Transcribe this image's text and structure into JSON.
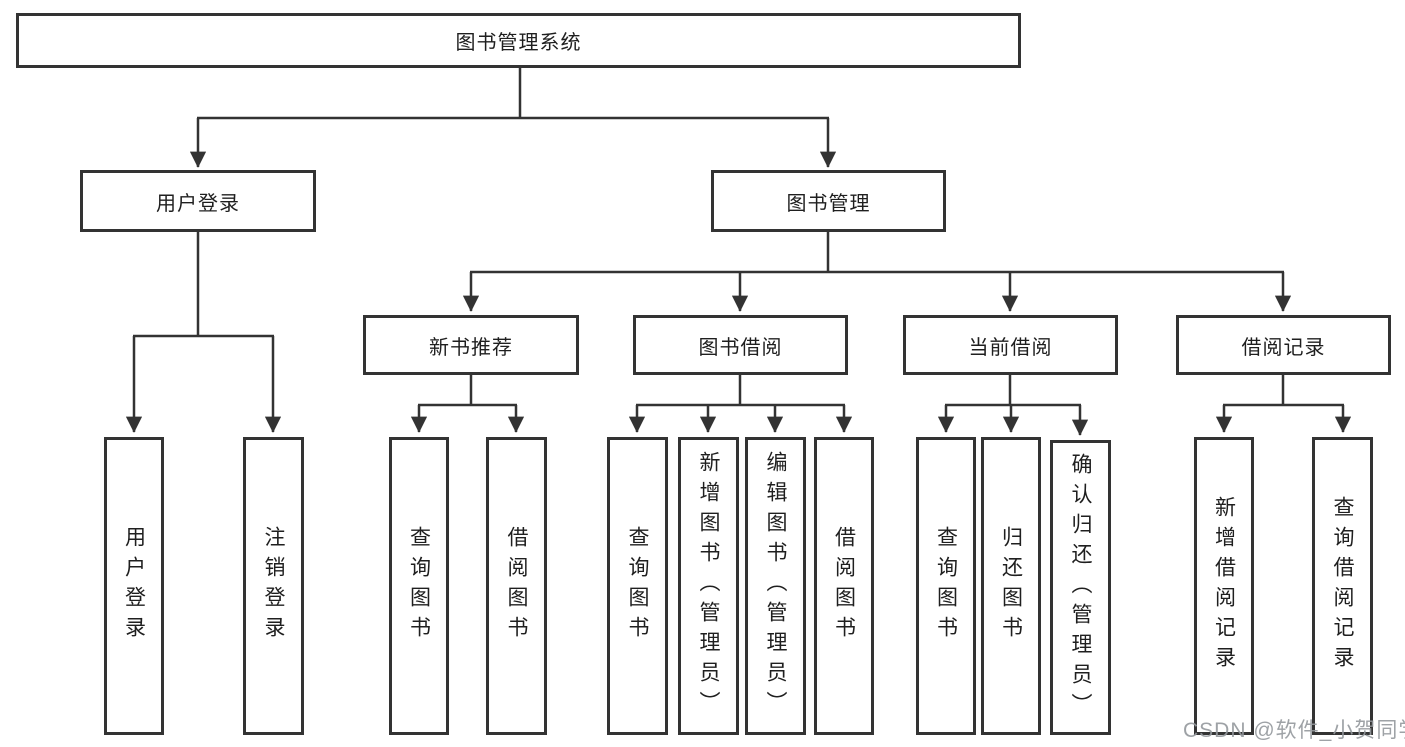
{
  "diagram": {
    "root": "图书管理系统",
    "level2": [
      "用户登录",
      "图书管理"
    ],
    "level3": [
      "新书推荐",
      "图书借阅",
      "当前借阅",
      "借阅记录"
    ],
    "leaves": {
      "login": [
        "用户登录",
        "注销登录"
      ],
      "recommend": [
        "查询图书",
        "借阅图书"
      ],
      "borrow": [
        "查询图书",
        "新增图书（管理员）",
        "编辑图书（管理员）",
        "借阅图书"
      ],
      "current": [
        "查询图书",
        "归还图书",
        "确认归还（管理员）"
      ],
      "records": [
        "新增借阅记录",
        "查询借阅记录"
      ]
    },
    "colors": {
      "line": "#333333",
      "border": "#333333",
      "text": "#1f1f1f",
      "watermark": "#94989c",
      "background": "#ffffff"
    }
  },
  "watermark": {
    "text": "CSDN @软件_小贺同学"
  }
}
